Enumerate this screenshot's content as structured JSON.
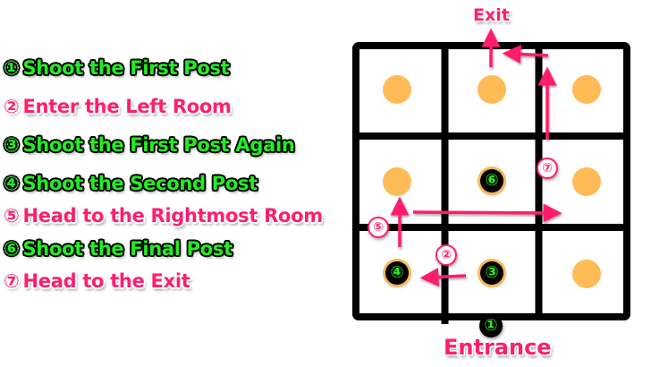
{
  "steps": [
    {
      "num": "①",
      "text": "Shoot the First Post",
      "style": "green"
    },
    {
      "num": "②",
      "text": "Enter the Left Room",
      "style": "pink"
    },
    {
      "num": "③",
      "text": "Shoot the First Post Again",
      "style": "green"
    },
    {
      "num": "④",
      "text": "Shoot the Second Post",
      "style": "green"
    },
    {
      "num": "⑤",
      "text": "Head to the Rightmost Room",
      "style": "pink"
    },
    {
      "num": "⑥",
      "text": "Shoot the Final Post",
      "style": "green"
    },
    {
      "num": "⑦",
      "text": "Head to the Exit",
      "style": "pink"
    }
  ],
  "map": {
    "exit_label": "Exit",
    "entrance_label": "Entrance",
    "grid": {
      "rows": 3,
      "cols": 3
    },
    "post_color": "#ffbb55",
    "arrow_color": "#ff1e6e",
    "wall_color": "#000000",
    "markers": {
      "m1": "①",
      "m2": "②",
      "m3": "③",
      "m4": "④",
      "m5": "⑤",
      "m6": "⑥",
      "m7": "⑦"
    }
  },
  "colors": {
    "green_text": "#22ee22",
    "pink_text": "#ff1e6e"
  }
}
